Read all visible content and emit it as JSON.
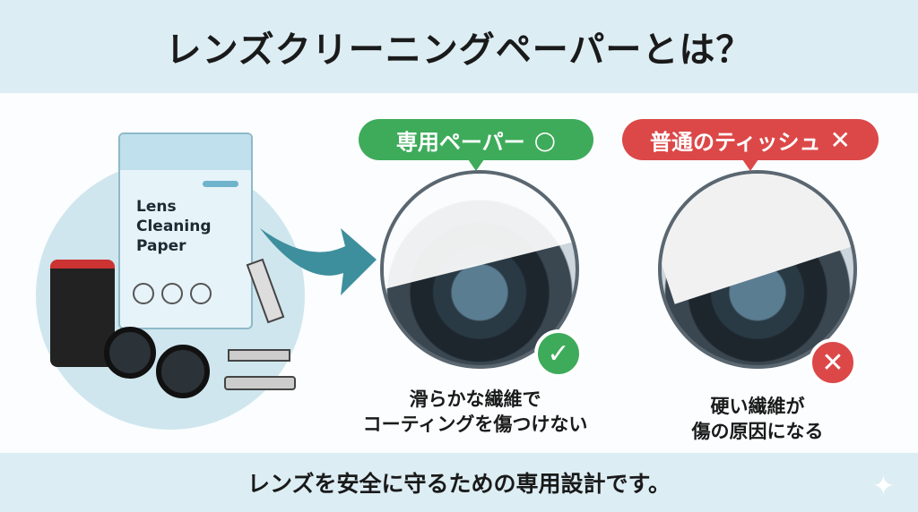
{
  "header": {
    "title": "レンズクリーニングペーパーとは？"
  },
  "illustration": {
    "package_label": "Lens\nCleaning\nPaper",
    "package_line1": "Lens",
    "package_line2": "Cleaning",
    "package_line3": "Paper"
  },
  "good": {
    "label": "専用ペーパー",
    "mark": "○",
    "badge": "✓",
    "caption_line1": "滑らかな繊維で",
    "caption_line2": "コーティングを傷つけない"
  },
  "bad": {
    "label": "普通のティッシュ",
    "mark": "✕",
    "badge": "✕",
    "caption_line1": "硬い繊維が",
    "caption_line2": "傷の原因になる"
  },
  "footer": {
    "text": "レンズを安全に守るための専用設計です。"
  },
  "colors": {
    "band": "#dcedf3",
    "good": "#3eab5a",
    "bad": "#dc4848",
    "accent": "#3e8f9d"
  }
}
